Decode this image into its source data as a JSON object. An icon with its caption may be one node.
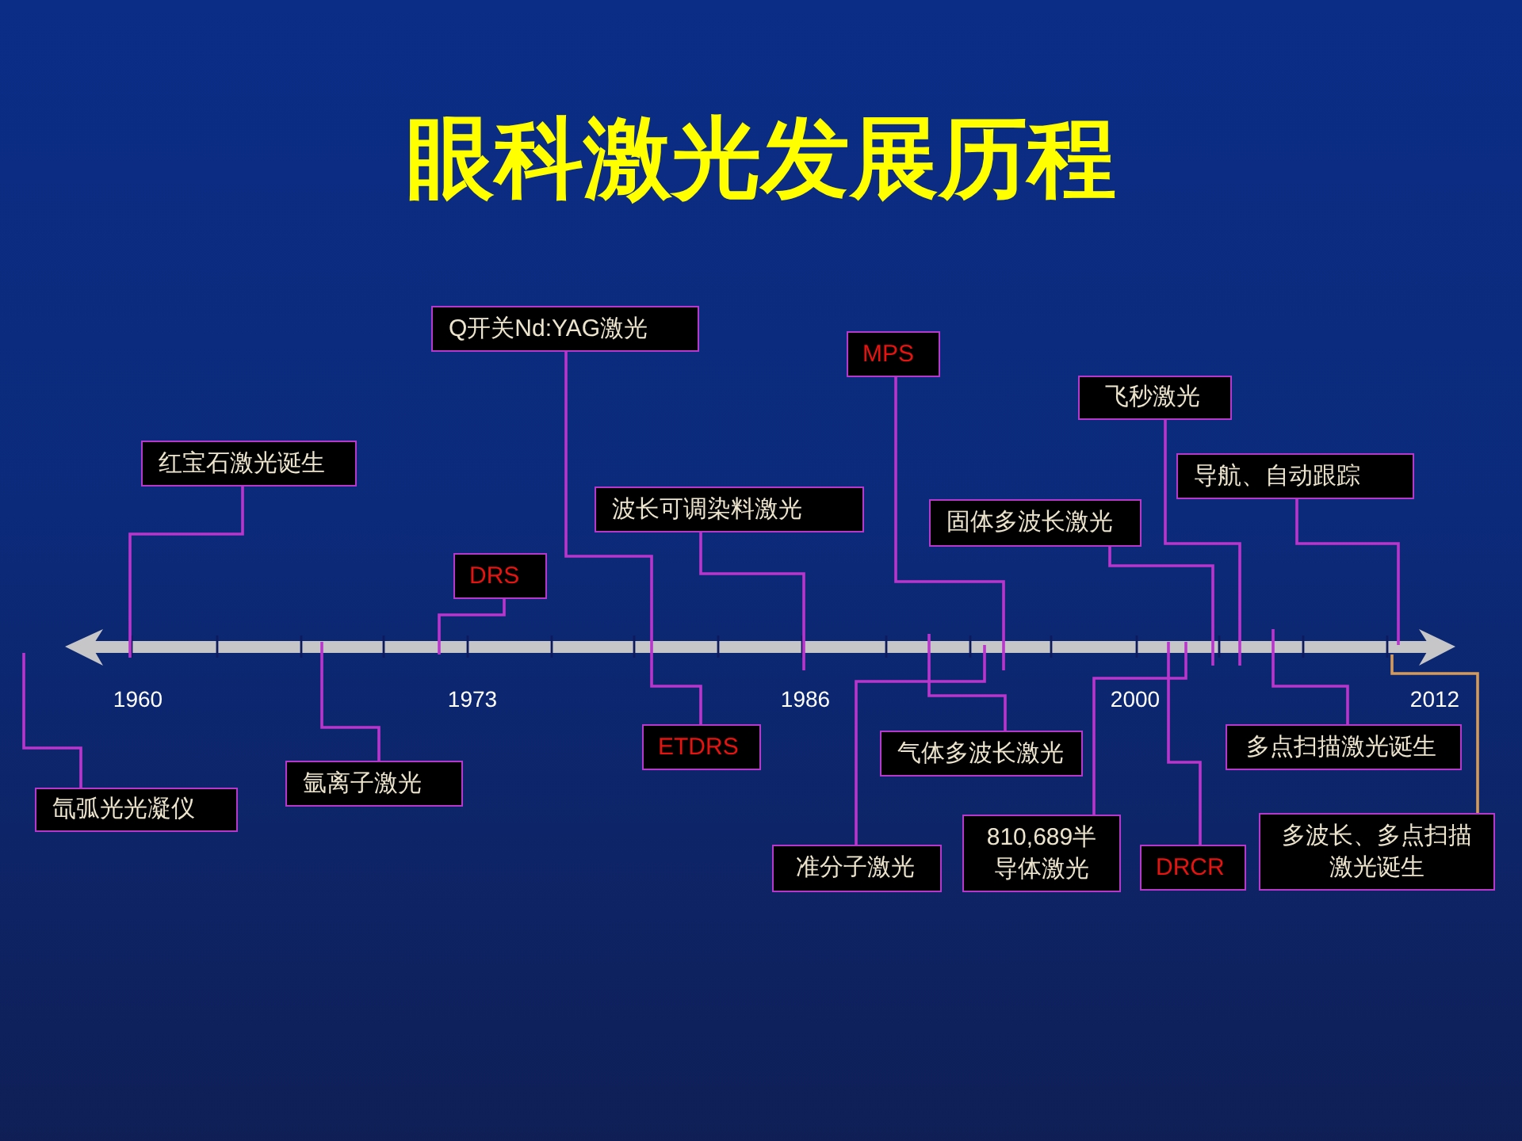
{
  "diagram": {
    "title": "眼科激光发展历程",
    "nodes": [
      {
        "text": [
          "氙弧光光凝仪"
        ]
      },
      {
        "text": [
          "红宝石激光诞生"
        ]
      },
      {
        "text": [
          "氩离子激光"
        ]
      },
      {
        "text": [
          "DRS"
        ]
      },
      {
        "text": [
          "Q开关Nd:YAG激光"
        ]
      },
      {
        "text": [
          "ETDRS"
        ]
      },
      {
        "text": [
          "波长可调染料激光"
        ]
      },
      {
        "text": [
          "气体多波长激光"
        ]
      },
      {
        "text": [
          "准分子激光"
        ]
      },
      {
        "text": [
          "MPS"
        ]
      },
      {
        "text": [
          "DRCR"
        ]
      },
      {
        "text": [
          "810,689半导体激光"
        ]
      },
      {
        "text": [
          "固体多波长激光"
        ]
      },
      {
        "text": [
          "飞秒激光"
        ]
      },
      {
        "text": [
          "多点扫描激光诞生"
        ]
      },
      {
        "text": [
          "多波长、多点扫描激光诞生"
        ]
      },
      {
        "text": [
          "导航、自动跟踪"
        ]
      }
    ],
    "edges": [
      {
        "from": 0,
        "to": null,
        "arrow": "none"
      },
      {
        "from": 1,
        "to": null,
        "arrow": "none"
      },
      {
        "from": 2,
        "to": null,
        "arrow": "none"
      },
      {
        "from": 3,
        "to": null,
        "arrow": "none"
      },
      {
        "from": 4,
        "to": null,
        "arrow": "none"
      },
      {
        "from": 5,
        "to": null,
        "arrow": "none"
      },
      {
        "from": 6,
        "to": null,
        "arrow": "none"
      },
      {
        "from": 7,
        "to": null,
        "arrow": "none"
      },
      {
        "from": 8,
        "to": null,
        "arrow": "none"
      },
      {
        "from": 9,
        "to": null,
        "arrow": "none"
      },
      {
        "from": 10,
        "to": null,
        "arrow": "none"
      },
      {
        "from": 11,
        "to": null,
        "arrow": "none"
      },
      {
        "from": 12,
        "to": null,
        "arrow": "none"
      },
      {
        "from": 13,
        "to": null,
        "arrow": "none"
      },
      {
        "from": 14,
        "to": null,
        "arrow": "none"
      },
      {
        "from": 15,
        "to": null,
        "arrow": "none",
        "color": "#d29a5c"
      },
      {
        "from": 16,
        "to": null,
        "arrow": "none"
      }
    ],
    "labels": [
      "1960",
      "1973",
      "1986",
      "2000",
      "2012"
    ]
  }
}
